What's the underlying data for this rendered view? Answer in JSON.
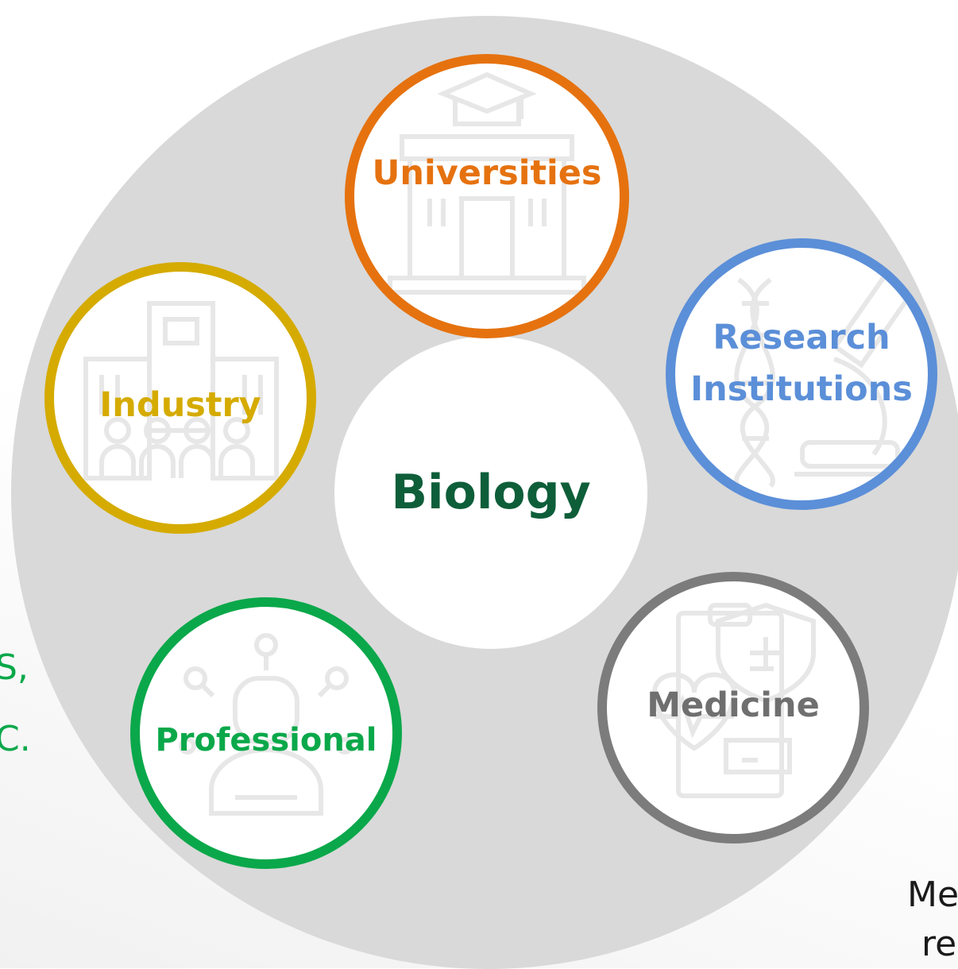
{
  "center": {
    "label": "Biology"
  },
  "nodes": [
    {
      "id": "universities",
      "label": "Universities",
      "color": "#e5720f",
      "icon": "university-building-icon"
    },
    {
      "id": "research",
      "label_line1": "Research",
      "label_line2": "Institutions",
      "color": "#5b8fd8",
      "icon": "dna-microscope-icon"
    },
    {
      "id": "industry",
      "label": "Industry",
      "color": "#d5ab00",
      "icon": "office-building-team-icon"
    },
    {
      "id": "professional",
      "label": "Professional",
      "color": "#0aa84a",
      "icon": "professional-person-icon"
    },
    {
      "id": "medicine",
      "label": "Medicine",
      "color": "#7c7c7c",
      "icon": "medical-clipboard-icon"
    }
  ],
  "edge_text": {
    "left_line1": "S,",
    "left_line2": "C.",
    "left_color": "#0aa84a",
    "right_line1": "Me",
    "right_line2": "re",
    "right_color": "#1a1a1a"
  }
}
